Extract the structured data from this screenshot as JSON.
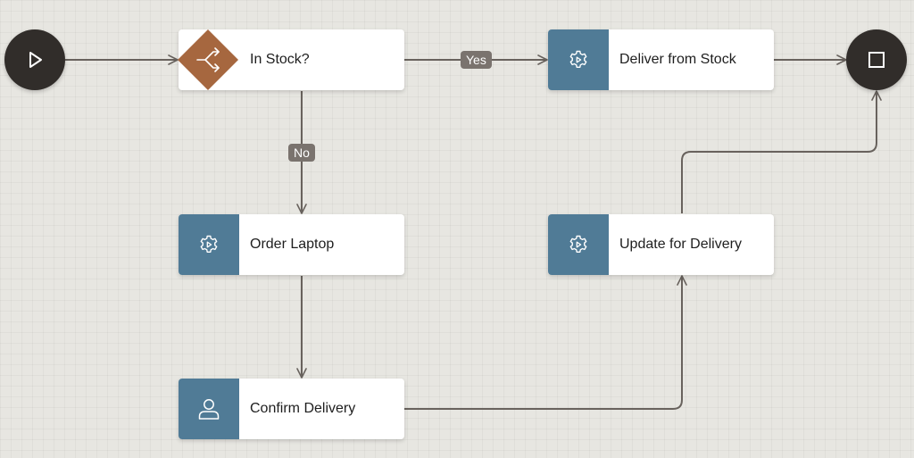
{
  "colors": {
    "service_task": "#507b96",
    "gateway": "#a6673f",
    "event": "#312d2a",
    "connector": "#68625d",
    "edge_label": "#7a736e"
  },
  "start_event": {
    "icon": "play-icon"
  },
  "end_event": {
    "icon": "stop-icon"
  },
  "gateway": {
    "label": "In Stock?",
    "icon": "exclusive-gateway-icon"
  },
  "tasks": {
    "deliver_from_stock": {
      "label": "Deliver from Stock",
      "icon": "service-gear-icon"
    },
    "order_laptop": {
      "label": "Order Laptop",
      "icon": "service-gear-icon"
    },
    "update_for_delivery": {
      "label": "Update for Delivery",
      "icon": "service-gear-icon"
    },
    "confirm_delivery": {
      "label": "Confirm Delivery",
      "icon": "user-icon"
    }
  },
  "edge_labels": {
    "yes": "Yes",
    "no": "No"
  }
}
